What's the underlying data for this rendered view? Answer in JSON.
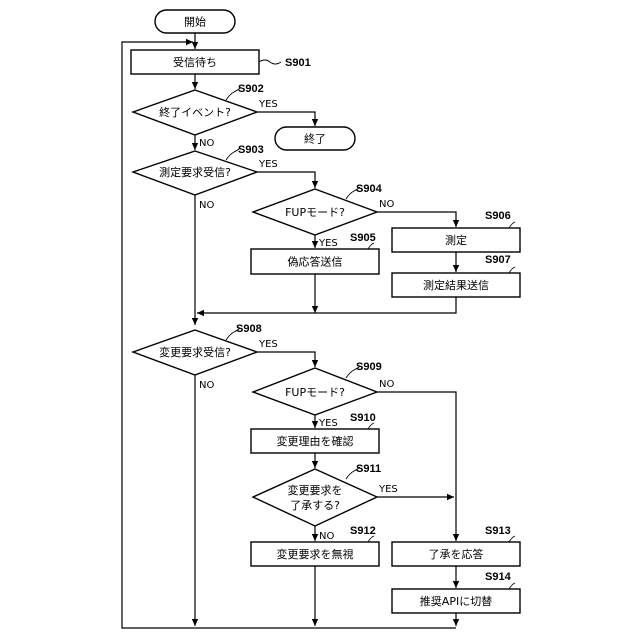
{
  "flowchart": {
    "start": "開始",
    "end": "終了",
    "yes": "YES",
    "no": "NO",
    "steps": {
      "s901": {
        "id": "S901",
        "text": "受信待ち"
      },
      "s902": {
        "id": "S902",
        "text": "終了イベント?"
      },
      "s903": {
        "id": "S903",
        "text": "測定要求受信?"
      },
      "s904": {
        "id": "S904",
        "text": "FUPモード?"
      },
      "s905": {
        "id": "S905",
        "text": "偽応答送信"
      },
      "s906": {
        "id": "S906",
        "text": "測定"
      },
      "s907": {
        "id": "S907",
        "text": "測定結果送信"
      },
      "s908": {
        "id": "S908",
        "text": "変更要求受信?"
      },
      "s909": {
        "id": "S909",
        "text": "FUPモード?"
      },
      "s910": {
        "id": "S910",
        "text": "変更理由を確認"
      },
      "s911": {
        "id": "S911",
        "text_line1": "変更要求を",
        "text_line2": "了承する?"
      },
      "s912": {
        "id": "S912",
        "text": "変更要求を無視"
      },
      "s913": {
        "id": "S913",
        "text": "了承を応答"
      },
      "s914": {
        "id": "S914",
        "text": "推奨APIに切替"
      }
    }
  }
}
